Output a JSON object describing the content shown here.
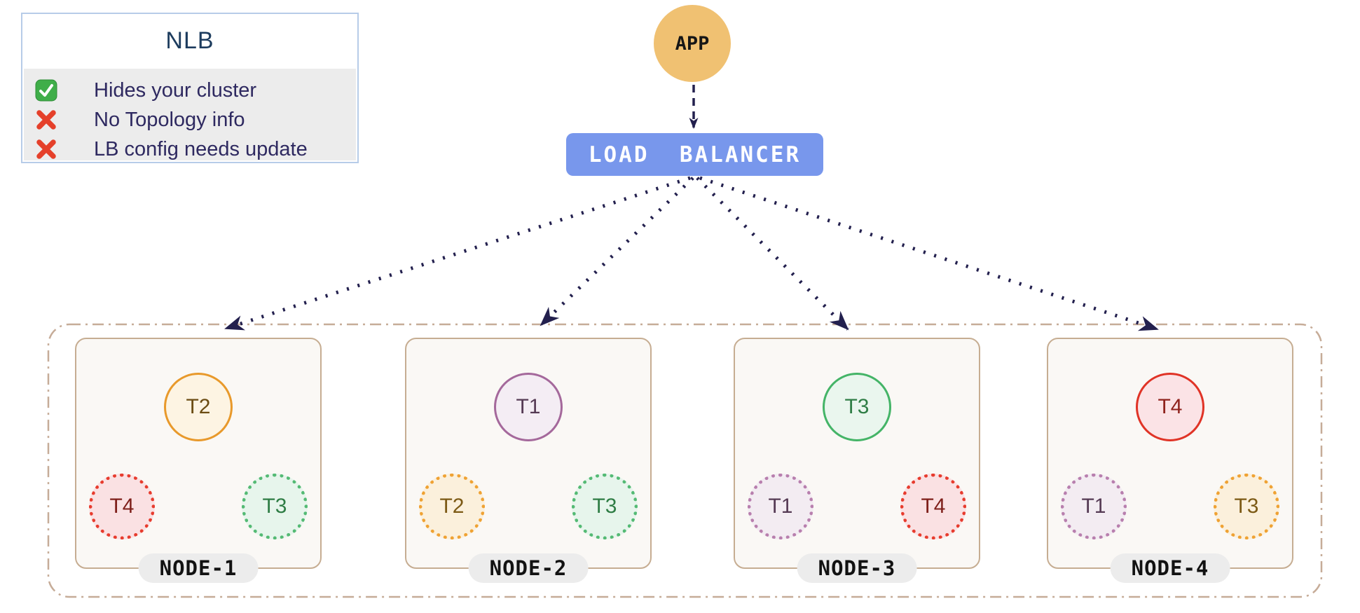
{
  "legend": {
    "title": "NLB",
    "items": [
      {
        "icon": "check-icon",
        "text": "Hides your cluster"
      },
      {
        "icon": "cross-icon",
        "text": "No Topology info"
      },
      {
        "icon": "cross-icon",
        "text": "LB config needs update"
      }
    ]
  },
  "app": {
    "label": "APP"
  },
  "load_balancer": {
    "label": "LOAD  BALANCER"
  },
  "cluster": {
    "nodes": [
      {
        "label": "NODE-1",
        "pods": [
          {
            "label": "T2",
            "variant": "solid",
            "color": "orange"
          },
          {
            "label": "T4",
            "variant": "dotted",
            "color": "red"
          },
          {
            "label": "T3",
            "variant": "dotted",
            "color": "green"
          }
        ]
      },
      {
        "label": "NODE-2",
        "pods": [
          {
            "label": "T1",
            "variant": "solid",
            "color": "purple"
          },
          {
            "label": "T2",
            "variant": "dotted",
            "color": "orange"
          },
          {
            "label": "T3",
            "variant": "dotted",
            "color": "green"
          }
        ]
      },
      {
        "label": "NODE-3",
        "pods": [
          {
            "label": "T3",
            "variant": "solid",
            "color": "green"
          },
          {
            "label": "T1",
            "variant": "dotted",
            "color": "purple"
          },
          {
            "label": "T4",
            "variant": "dotted",
            "color": "red"
          }
        ]
      },
      {
        "label": "NODE-4",
        "pods": [
          {
            "label": "T4",
            "variant": "solid",
            "color": "red"
          },
          {
            "label": "T1",
            "variant": "dotted",
            "color": "purple"
          },
          {
            "label": "T3",
            "variant": "dotted",
            "color": "orange"
          }
        ]
      }
    ]
  },
  "colors": {
    "arrow_navy": "#23204e",
    "lb_blue": "#7897ec",
    "app_orange": "#f0c172",
    "legend_border_blue": "#b7cce8",
    "legend_title_navy": "#1d3c5e",
    "legend_text_indigo": "#2e2960",
    "legend_band_gray": "#ececec",
    "cluster_border_tan": "#c6ac98",
    "node_border_tan": "#c6ad92",
    "node_bg_cream": "#faf8f5",
    "check_green": "#3fae49",
    "cross_red": "#e5402a",
    "pod_orange": "#e8992b",
    "pod_red": "#e03326",
    "pod_green": "#44b467",
    "pod_purple": "#a4689b"
  }
}
